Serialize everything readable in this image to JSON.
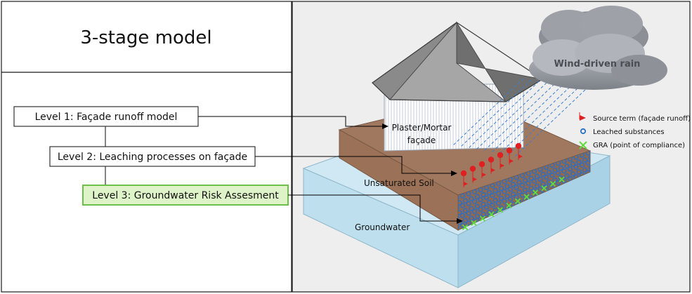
{
  "title": "3-stage model",
  "levels": [
    {
      "label": "Level 1:  Façade runoff model"
    },
    {
      "label": "Level 2: Leaching processes on façade"
    },
    {
      "label": "Level 3:  Groundwater Risk Assesment"
    }
  ],
  "scene": {
    "cloud_label": "Wind-driven rain",
    "facade_label_line1": "Plaster/Mortar",
    "facade_label_line2": "façade",
    "soil_label": "Unsaturated Soil",
    "groundwater_label": "Groundwater"
  },
  "legend": [
    {
      "label": "Source term (façade runoff)",
      "symbol": "red-triangle-marker"
    },
    {
      "label": "Leached substances",
      "symbol": "blue-circle"
    },
    {
      "label": "GRA (point of compliance)",
      "symbol": "green-x"
    }
  ],
  "colors": {
    "level3_fill": "#dff3c8",
    "level3_border": "#6cc04a",
    "soil": "#a07860",
    "groundwater": "#cfe8f3",
    "roof": "#8c8c8c",
    "source_marker": "#e02020",
    "leached": "#2c6fc4",
    "gra": "#5fdc3c"
  }
}
